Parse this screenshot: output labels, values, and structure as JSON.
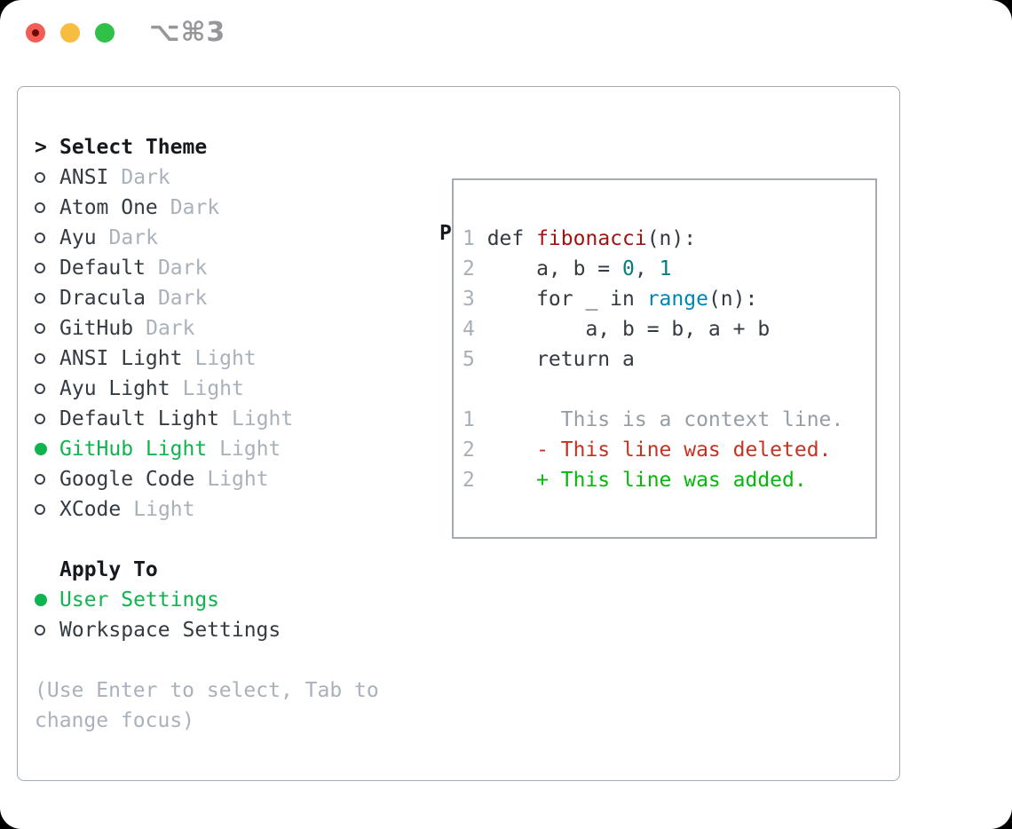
{
  "window": {
    "title": "⌥⌘3"
  },
  "titlebar": {
    "buttons": [
      {
        "name": "close-button",
        "color": "#f25e56",
        "has_edited_dot": true
      },
      {
        "name": "minimize-button",
        "color": "#f6bd40",
        "has_edited_dot": false
      },
      {
        "name": "zoom-button",
        "color": "#2fc148",
        "has_edited_dot": false
      }
    ]
  },
  "theme_panel": {
    "heading_prefix": ">",
    "heading": "Select Theme",
    "items": [
      {
        "name": "ANSI",
        "tag": "Dark",
        "selected": false
      },
      {
        "name": "Atom One",
        "tag": "Dark",
        "selected": false
      },
      {
        "name": "Ayu",
        "tag": "Dark",
        "selected": false
      },
      {
        "name": "Default",
        "tag": "Dark",
        "selected": false
      },
      {
        "name": "Dracula",
        "tag": "Dark",
        "selected": false
      },
      {
        "name": "GitHub",
        "tag": "Dark",
        "selected": false
      },
      {
        "name": "ANSI Light",
        "tag": "Light",
        "selected": false
      },
      {
        "name": "Ayu Light",
        "tag": "Light",
        "selected": false
      },
      {
        "name": "Default Light",
        "tag": "Light",
        "selected": false
      },
      {
        "name": "GitHub Light",
        "tag": "Light",
        "selected": true
      },
      {
        "name": "Google Code",
        "tag": "Light",
        "selected": false
      },
      {
        "name": "XCode",
        "tag": "Light",
        "selected": false
      }
    ],
    "apply_to": {
      "heading": "Apply To",
      "options": [
        {
          "name": "User Settings",
          "selected": true
        },
        {
          "name": "Workspace Settings",
          "selected": false
        }
      ]
    },
    "help_lines": [
      "(Use Enter to select, Tab to",
      "change focus)"
    ]
  },
  "preview": {
    "heading": "Preview",
    "code_lines": [
      {
        "num": "1",
        "segments": [
          {
            "t": "def ",
            "c": "code"
          },
          {
            "t": "fibonacci",
            "c": "func"
          },
          {
            "t": "(n):",
            "c": "code"
          }
        ]
      },
      {
        "num": "2",
        "segments": [
          {
            "t": "    a, b = ",
            "c": "code"
          },
          {
            "t": "0",
            "c": "num"
          },
          {
            "t": ", ",
            "c": "code"
          },
          {
            "t": "1",
            "c": "num"
          }
        ]
      },
      {
        "num": "3",
        "segments": [
          {
            "t": "    for _ in ",
            "c": "code"
          },
          {
            "t": "range",
            "c": "builtin"
          },
          {
            "t": "(n):",
            "c": "code"
          }
        ]
      },
      {
        "num": "4",
        "segments": [
          {
            "t": "        a, b = b, a + b",
            "c": "code"
          }
        ]
      },
      {
        "num": "5",
        "segments": [
          {
            "t": "    return a",
            "c": "code"
          }
        ]
      },
      {
        "num": "",
        "segments": []
      },
      {
        "num": "1",
        "segments": [
          {
            "t": "      This is a context line.",
            "c": "context"
          }
        ]
      },
      {
        "num": "2",
        "segments": [
          {
            "t": "    - This line was deleted.",
            "c": "deleted"
          }
        ]
      },
      {
        "num": "2",
        "segments": [
          {
            "t": "    + This line was added.",
            "c": "added"
          }
        ]
      }
    ]
  },
  "colors": {
    "accent_green": "#0eb44d",
    "diff_added": "#05b80b",
    "diff_deleted": "#c43223",
    "syntax_function": "#a01414",
    "syntax_number": "#007f7f",
    "syntax_builtin": "#0086b3",
    "muted_gray": "#a9b1bb",
    "border_gray": "#a4abb4",
    "traffic_red": "#f25e56",
    "traffic_yellow": "#f6bd40",
    "traffic_green": "#2fc148"
  }
}
